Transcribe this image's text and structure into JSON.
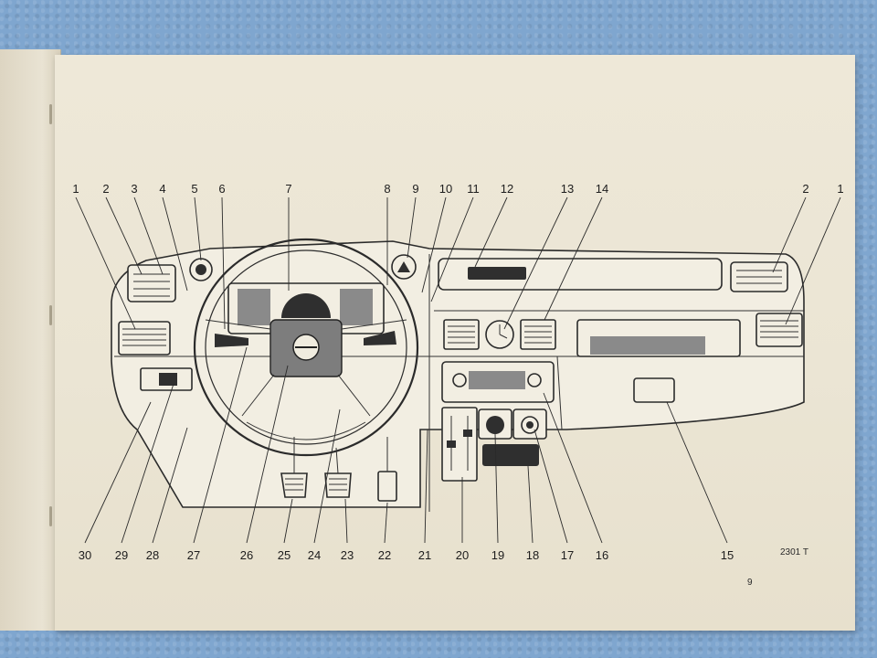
{
  "diagram": {
    "callouts_top": [
      {
        "id": "c1",
        "label": "1"
      },
      {
        "id": "c2",
        "label": "2"
      },
      {
        "id": "c3",
        "label": "3"
      },
      {
        "id": "c4",
        "label": "4"
      },
      {
        "id": "c5",
        "label": "5"
      },
      {
        "id": "c6",
        "label": "6"
      },
      {
        "id": "c7",
        "label": "7"
      },
      {
        "id": "c8",
        "label": "8"
      },
      {
        "id": "c9",
        "label": "9"
      },
      {
        "id": "c10",
        "label": "10"
      },
      {
        "id": "c11",
        "label": "11"
      },
      {
        "id": "c12",
        "label": "12"
      },
      {
        "id": "c13",
        "label": "13"
      },
      {
        "id": "c14",
        "label": "14"
      },
      {
        "id": "c2r",
        "label": "2"
      },
      {
        "id": "c1r",
        "label": "1"
      }
    ],
    "callouts_bottom": [
      {
        "id": "c30",
        "label": "30"
      },
      {
        "id": "c29",
        "label": "29"
      },
      {
        "id": "c28",
        "label": "28"
      },
      {
        "id": "c27",
        "label": "27"
      },
      {
        "id": "c26",
        "label": "26"
      },
      {
        "id": "c25",
        "label": "25"
      },
      {
        "id": "c24",
        "label": "24"
      },
      {
        "id": "c23",
        "label": "23"
      },
      {
        "id": "c22",
        "label": "22"
      },
      {
        "id": "c21",
        "label": "21"
      },
      {
        "id": "c20",
        "label": "20"
      },
      {
        "id": "c19",
        "label": "19"
      },
      {
        "id": "c18",
        "label": "18"
      },
      {
        "id": "c17",
        "label": "17"
      },
      {
        "id": "c16",
        "label": "16"
      },
      {
        "id": "c15",
        "label": "15"
      }
    ]
  },
  "figure_code": "2301 T",
  "page_number": "9",
  "colors": {
    "ink": "#1d1d1d",
    "paper": "#ece6d6",
    "background": "#7fa6cf"
  }
}
